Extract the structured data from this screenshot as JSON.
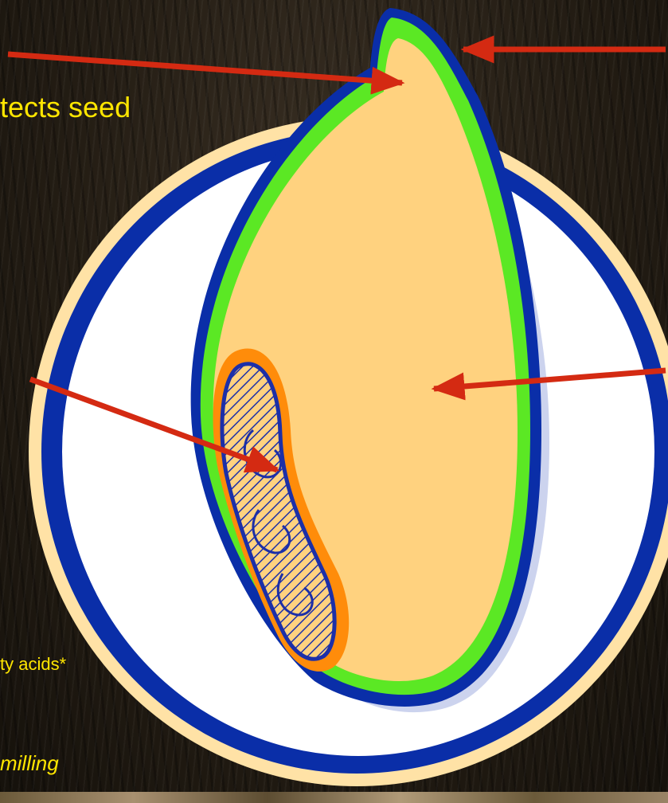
{
  "labels": {
    "husk_text": "tects seed",
    "bran_text": "ty acids*",
    "milling_text": "milling"
  },
  "colors": {
    "label_text": "#ffe600",
    "arrow": "#d42a12",
    "outline_blue": "#0a2ea8",
    "husk_green": "#5be824",
    "endosperm": "#ffd27f",
    "cream_ring": "#ffe2a6",
    "embryo_orange": "#ff8c0a",
    "shadow": "#ccd3ee"
  },
  "icons": [
    "rice-grain-diagram",
    "pointer-arrow"
  ]
}
